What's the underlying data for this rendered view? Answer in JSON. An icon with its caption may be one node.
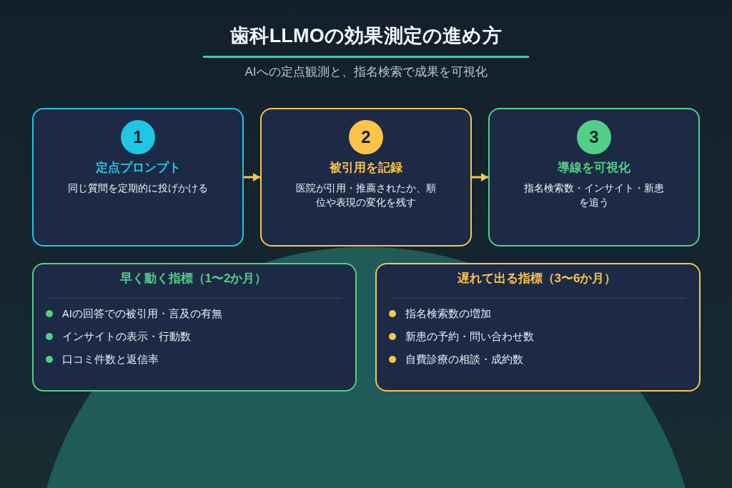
{
  "diagram": {
    "title": "歯科LLMOの効果測定の進め方",
    "nodes": [
      {
        "text": [
          "1",
          "定点プロンプト",
          "同じ質問を定期的に投げかける"
        ]
      },
      {
        "text": [
          "2",
          "被引用を記録",
          "医院が引用・推薦されたか、順位や表現の変化を残す"
        ]
      },
      {
        "text": [
          "3",
          "導線を可視化",
          "指名検索数・インサイト・新患を追う"
        ]
      },
      {
        "text": [
          "早く動く指標（1〜2か月）",
          "AIの回答での被引用・言及の有無",
          "インサイトの表示・行動数",
          "口コミ件数と返信率"
        ]
      },
      {
        "text": [
          "遅れて出る指標（3〜6か月）",
          "指名検索数の増加",
          "新患の予約・問い合わせ数",
          "自費診療の相談・成約数"
        ]
      }
    ],
    "edges": [
      {
        "from": 0,
        "to": 1,
        "arrow": "to"
      },
      {
        "from": 1,
        "to": 2,
        "arrow": "to"
      }
    ],
    "labels": [
      "AIへの定点観測と、指名検索で成果を可視化"
    ]
  }
}
